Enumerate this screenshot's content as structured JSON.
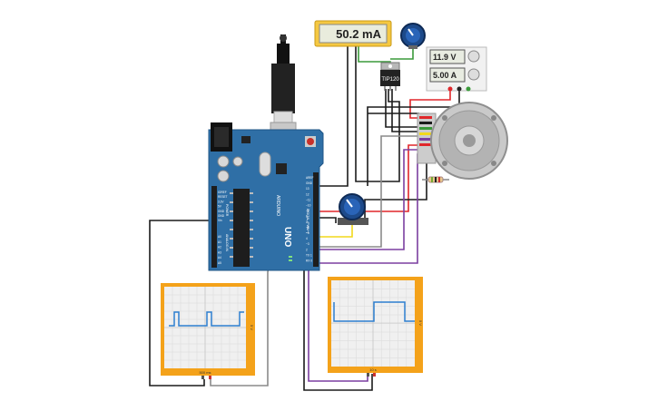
{
  "multimeter": {
    "reading": "50.2 mA"
  },
  "power_supply": {
    "voltage": "11.9 V",
    "current": "5.00 A"
  },
  "transistor": {
    "label": "TIP120"
  },
  "arduino": {
    "brand_label": "ARDUINO",
    "model_label": "UNO",
    "header_power": [
      "IOREF",
      "RESET",
      "3.3V",
      "5V",
      "GND",
      "GND",
      "Vin"
    ],
    "header_analog": [
      "A0",
      "A1",
      "A2",
      "A3",
      "A4",
      "A5"
    ],
    "header_digital": [
      "AREF",
      "GND",
      "13",
      "12",
      "~11",
      "~10",
      "~9",
      "8",
      "7",
      "~6",
      "~5",
      "4",
      "~3",
      "2",
      "TX 1",
      "RX 0"
    ],
    "power_title": "POWER",
    "analog_title": "ANALOG IN",
    "digital_title": "DIGITAL (PWM~)"
  },
  "oscilloscope_left": {
    "time_label": "500 ms",
    "volt_label": "5 V"
  },
  "oscilloscope_right": {
    "time_label": "10 s",
    "volt_label": "5 V"
  },
  "colors": {
    "board": "#2f6fa6",
    "scope_frame": "#f4a21a",
    "wire_red": "#e0262a",
    "wire_black": "#1b1b1b",
    "wire_yellow": "#f2d81b",
    "wire_purple": "#7b3fa0",
    "wire_green": "#3a9a3a",
    "wire_gray": "#8a8a8a",
    "trace_blue": "#2d7fd0"
  }
}
